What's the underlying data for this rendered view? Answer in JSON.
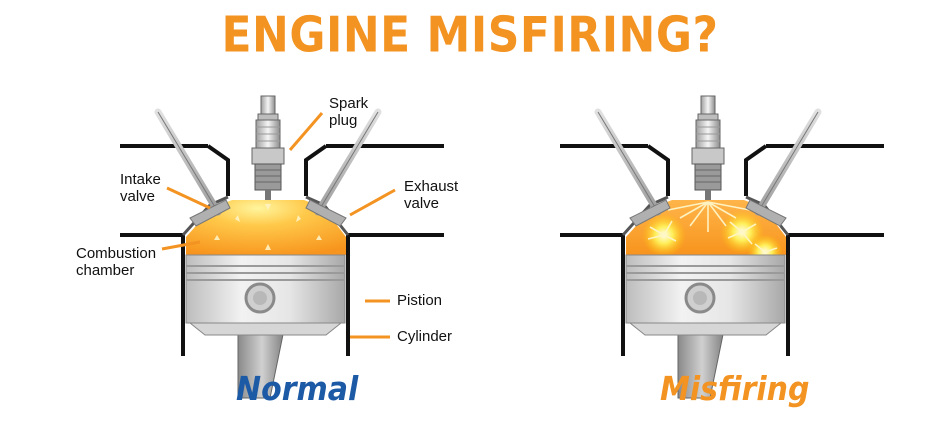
{
  "title": "ENGINE MISFIRING?",
  "colors": {
    "title": "#f39322",
    "normal_caption": "#1d5aa6",
    "misfiring_caption": "#f39322",
    "leader": "#f39322",
    "flame": "#ffa726"
  },
  "labels": {
    "spark_plug": [
      "Spark",
      "plug"
    ],
    "intake_valve": [
      "Intake",
      "valve"
    ],
    "exhaust_valve": [
      "Exhaust",
      "valve"
    ],
    "combustion_chamber": [
      "Combustion",
      "chamber"
    ],
    "piston": "Pistion",
    "cylinder": "Cylinder"
  },
  "captions": {
    "normal": "Normal",
    "misfiring": "Misfiring"
  },
  "icons": {
    "engine_normal": "engine-cylinder-normal-illustration",
    "engine_misfiring": "engine-cylinder-misfiring-illustration"
  }
}
